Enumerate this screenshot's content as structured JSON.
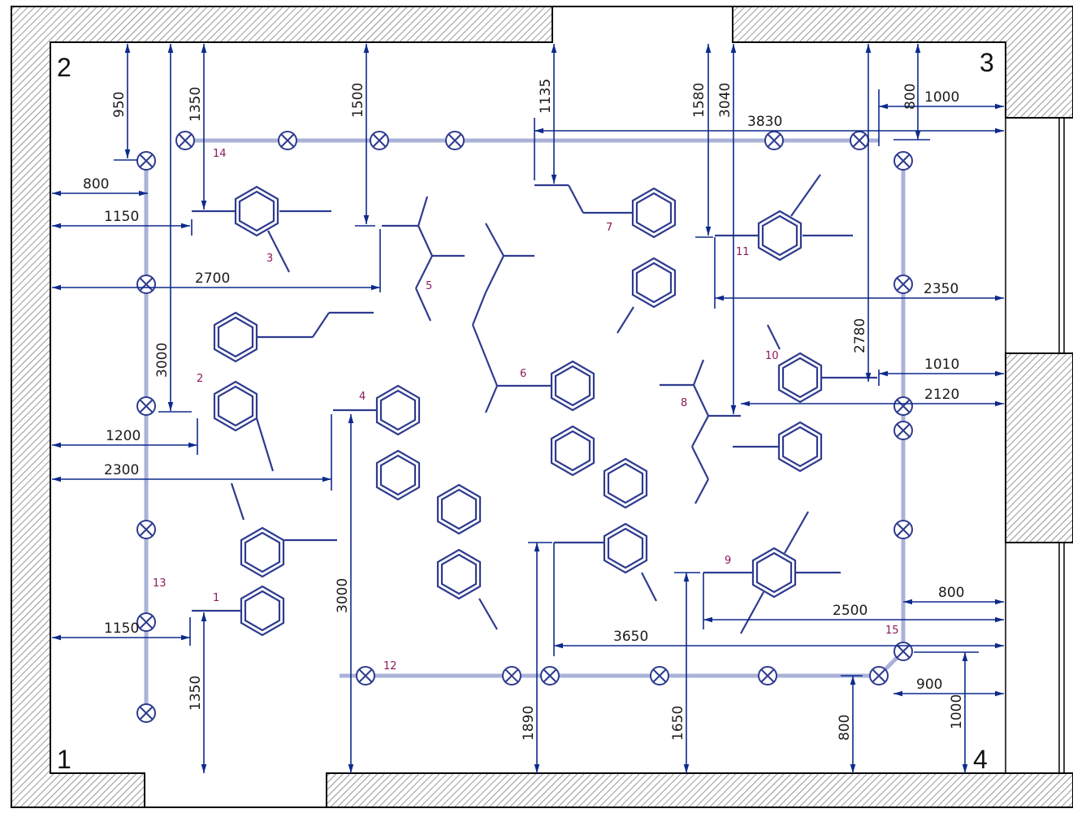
{
  "colors": {
    "wall_line": "#000000",
    "dim_line": "#0d2a8c",
    "fixture_outline": "#2e3b8f",
    "track": "#aab2d8",
    "label": "#8b1a5a"
  },
  "corners": [
    "1",
    "2",
    "3",
    "4"
  ],
  "fixtures": [
    "1",
    "2",
    "3",
    "4",
    "5",
    "6",
    "7",
    "8",
    "9",
    "10",
    "11",
    "12",
    "13",
    "14",
    "15"
  ],
  "dimensions": {
    "d950": "950",
    "d1350_top": "1350",
    "d1500": "1500",
    "d1135": "1135",
    "d1580": "1580",
    "d3040": "3040",
    "d800_top": "800",
    "d1000_top": "1000",
    "d3830": "3830",
    "d800_left": "800",
    "d1150_top": "1150",
    "d2700": "2700",
    "d3000_left": "3000",
    "d2350": "2350",
    "d2780": "2780",
    "d1010": "1010",
    "d2120": "2120",
    "d1200": "1200",
    "d2300": "2300",
    "d3000_mid": "3000",
    "d1150_bot": "1150",
    "d1350_bot": "1350",
    "d1890": "1890",
    "d1650": "1650",
    "d800_right": "800",
    "d2500": "2500",
    "d3650": "3650",
    "d900": "900",
    "d800_bot": "800",
    "d1000_bot": "1000"
  },
  "icons": {
    "luminaire": "circle-x-icon",
    "fixture_shape": "hexagon-chain-icon"
  }
}
